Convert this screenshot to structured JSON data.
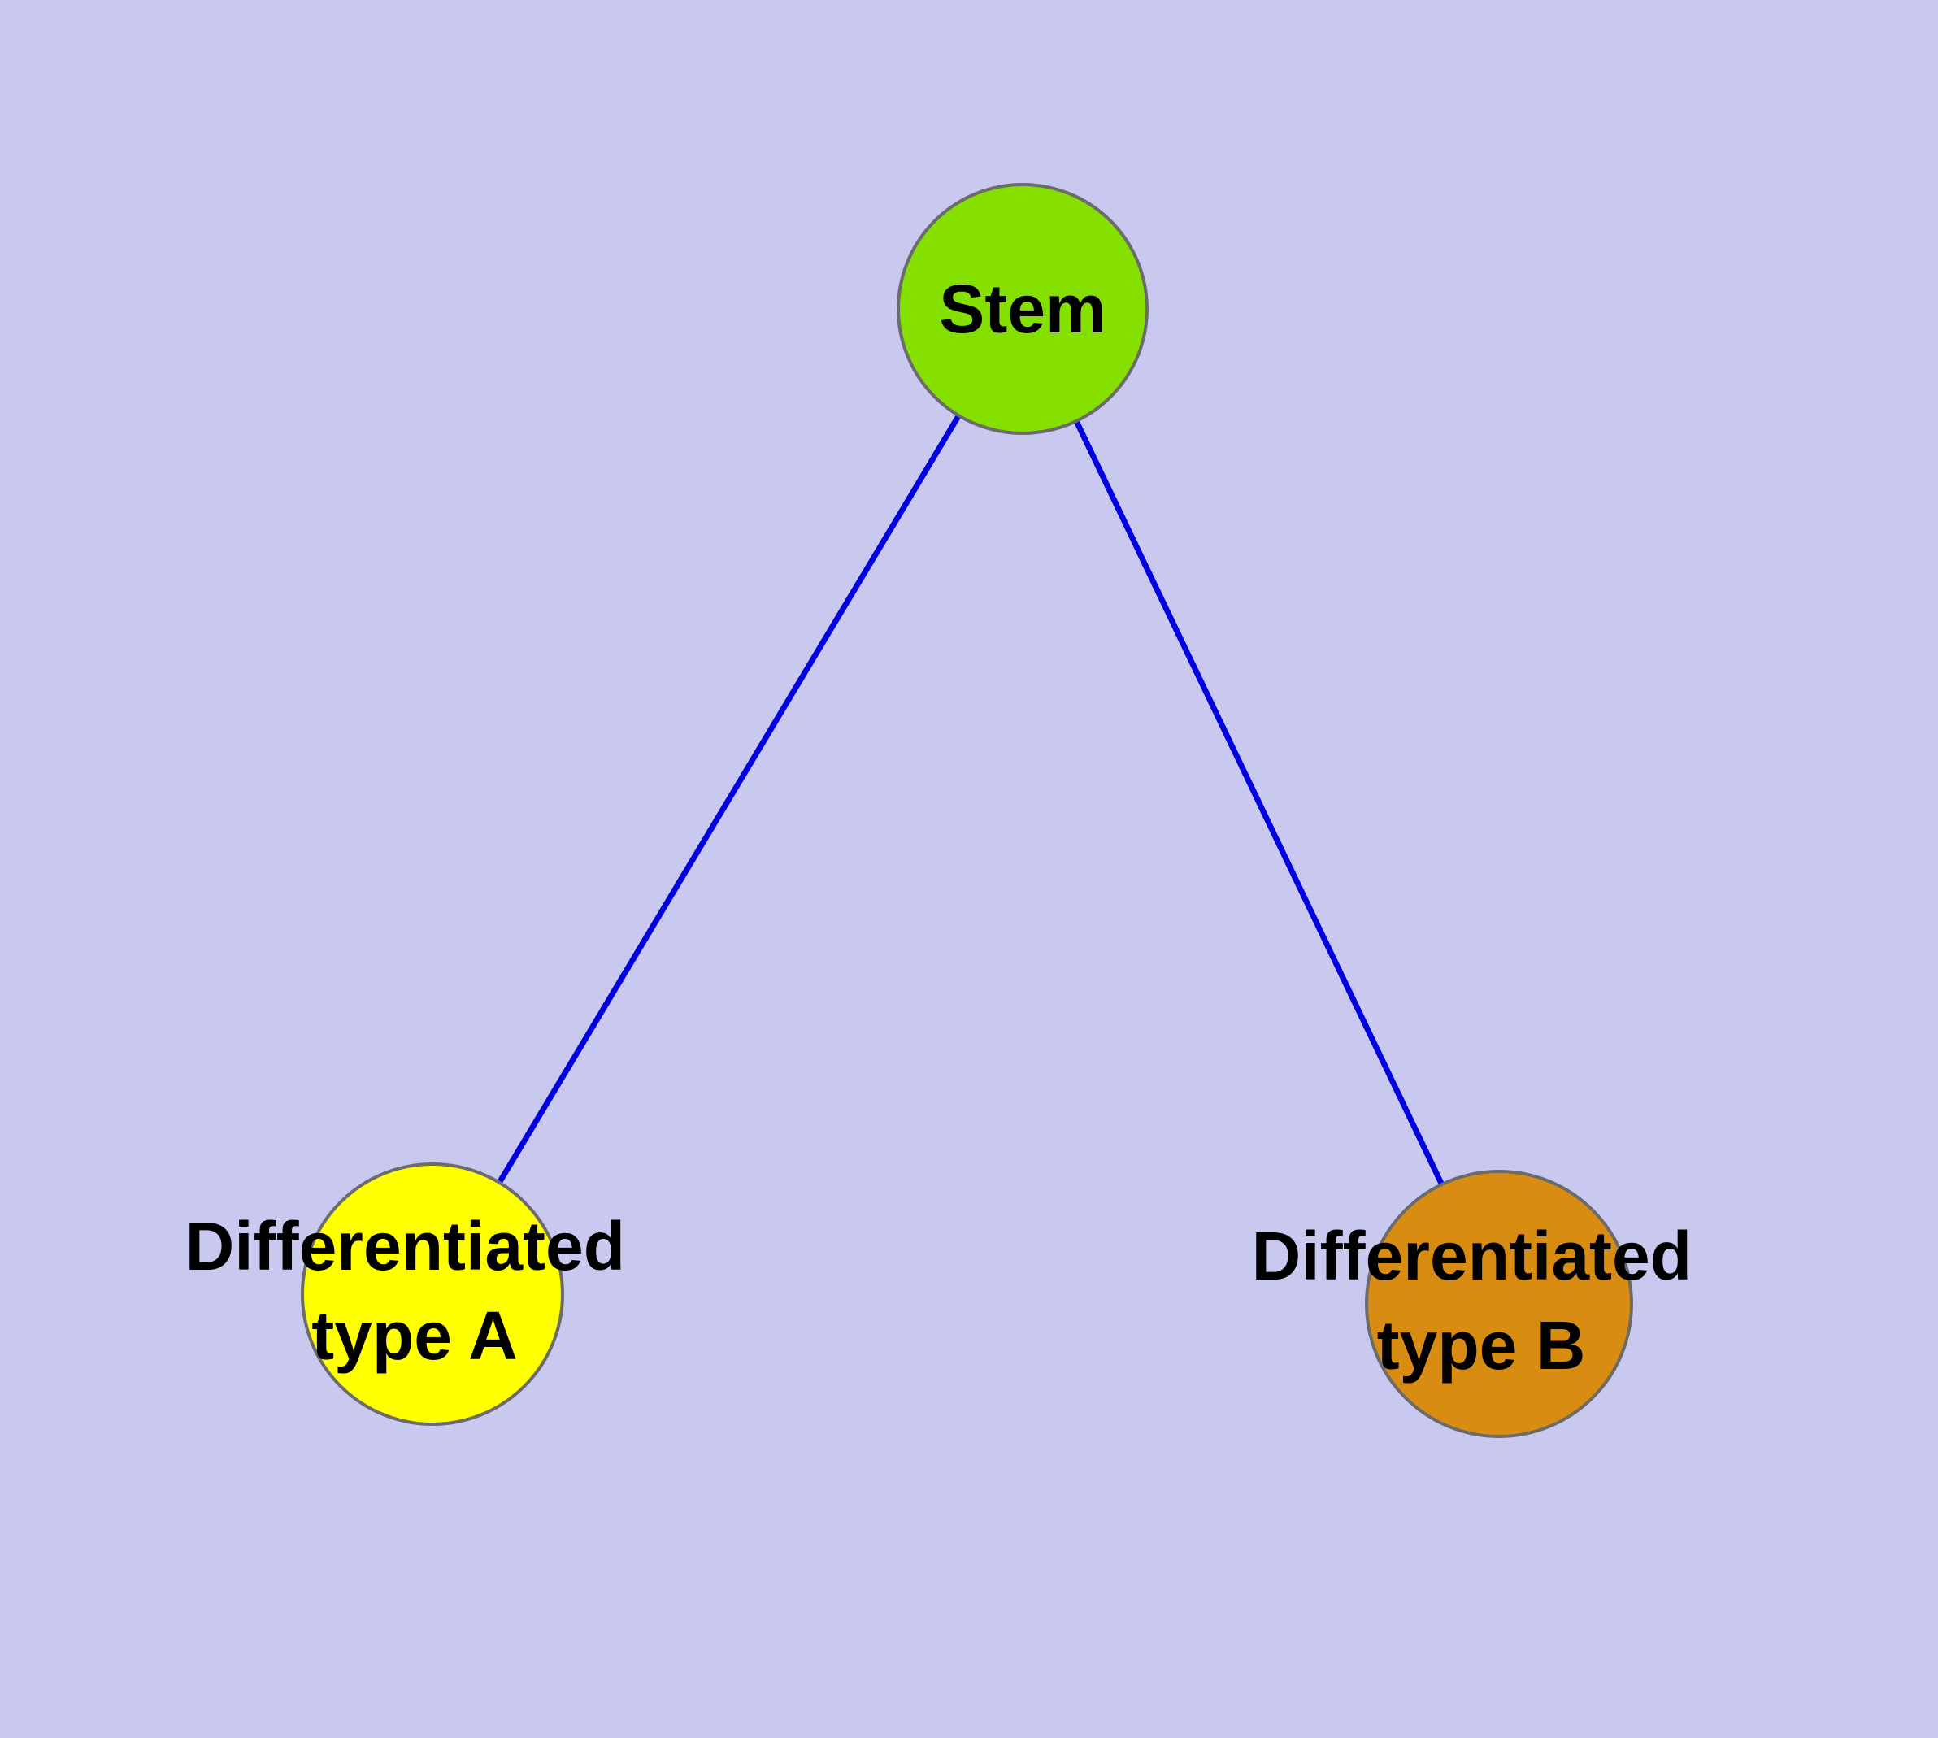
{
  "diagram": {
    "background_color": "#c9c9f0",
    "edge_color": "#0000e0",
    "node_stroke_color": "#6b6b6b",
    "text_color": "#000000",
    "nodes": [
      {
        "id": "stem",
        "label": "Stem",
        "fill": "#85e000"
      },
      {
        "id": "differentiated-type-a",
        "label_line1": "Differentiated",
        "label_line2": "type A",
        "fill": "#ffff00"
      },
      {
        "id": "differentiated-type-b",
        "label_line1": "Differentiated",
        "label_line2": "type B",
        "fill": "#d98c12"
      }
    ],
    "edges": [
      {
        "from": "stem",
        "to": "differentiated-type-a"
      },
      {
        "from": "stem",
        "to": "differentiated-type-b"
      }
    ]
  }
}
